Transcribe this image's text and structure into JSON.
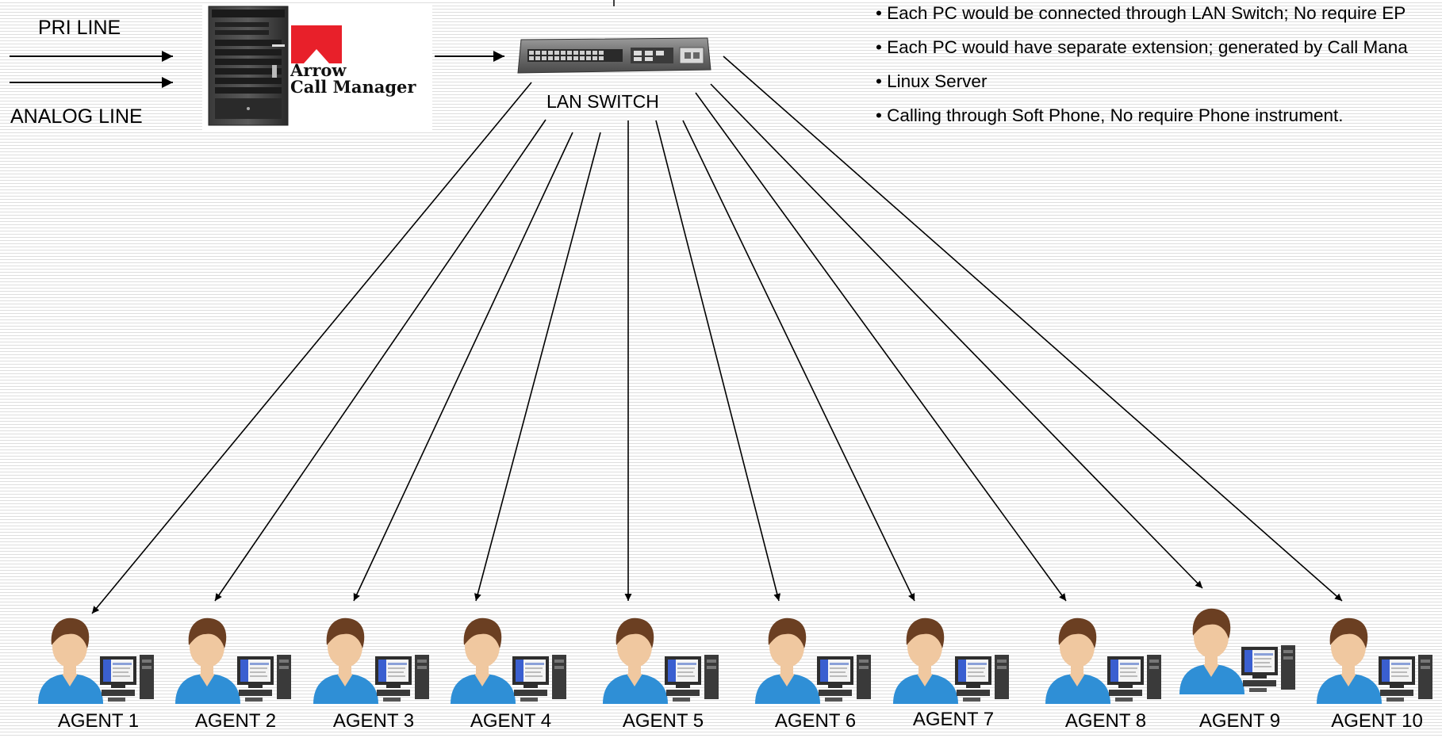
{
  "inputs": {
    "pri_line": "PRI LINE",
    "analog_line": "ANALOG LINE"
  },
  "server": {
    "brand_line1": "Arrow",
    "brand_line2": "Call Manager",
    "logo_color": "#e8202a"
  },
  "switch": {
    "label": "LAN SWITCH"
  },
  "notes": [
    "• Each PC would be connected through LAN Switch; No require EP",
    "• Each PC would have separate extension; generated by Call Mana",
    "• Linux Server",
    "• Calling through Soft Phone, No require Phone instrument."
  ],
  "agents": [
    {
      "label": "AGENT 1"
    },
    {
      "label": "AGENT 2"
    },
    {
      "label": "AGENT 3"
    },
    {
      "label": "AGENT 4"
    },
    {
      "label": "AGENT 5"
    },
    {
      "label": "AGENT 6"
    },
    {
      "label": "AGENT 7"
    },
    {
      "label": "AGENT 8"
    },
    {
      "label": "AGENT 9"
    },
    {
      "label": "AGENT 10"
    }
  ],
  "colors": {
    "shirt": "#2f8fd6",
    "skin": "#f0c8a0",
    "hair": "#6b3f22",
    "screen": "#3a5fd0"
  }
}
